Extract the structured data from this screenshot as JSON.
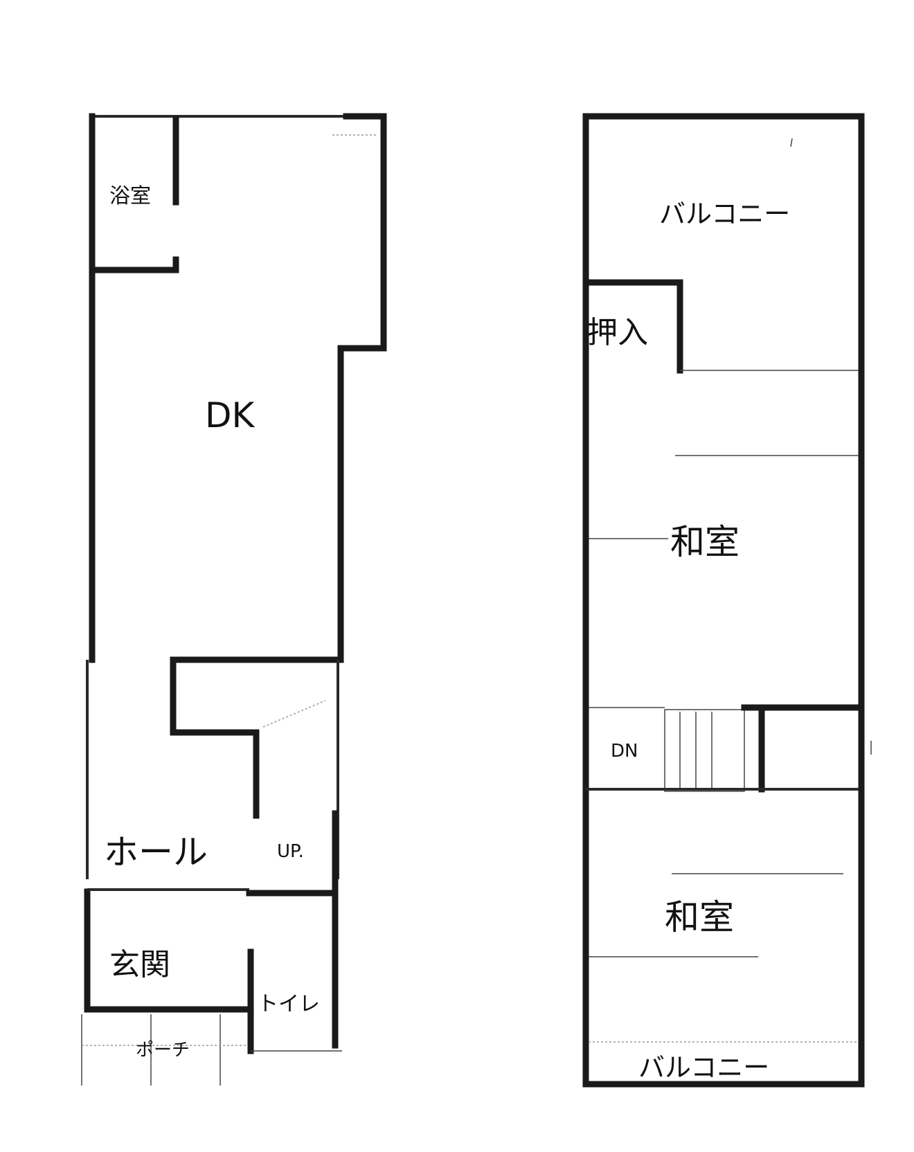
{
  "floor1": {
    "rooms": {
      "bath": "浴室",
      "dk": "DK",
      "hall": "ホール",
      "up": "UP.",
      "entrance": "玄関",
      "toilet": "トイレ",
      "porch": "ポーチ"
    }
  },
  "floor2": {
    "rooms": {
      "balcony_top": "バルコニー",
      "closet": "押入",
      "washitsu_upper": "和室",
      "dn": "DN",
      "washitsu_lower": "和室",
      "balcony_bottom": "バルコニー"
    }
  }
}
